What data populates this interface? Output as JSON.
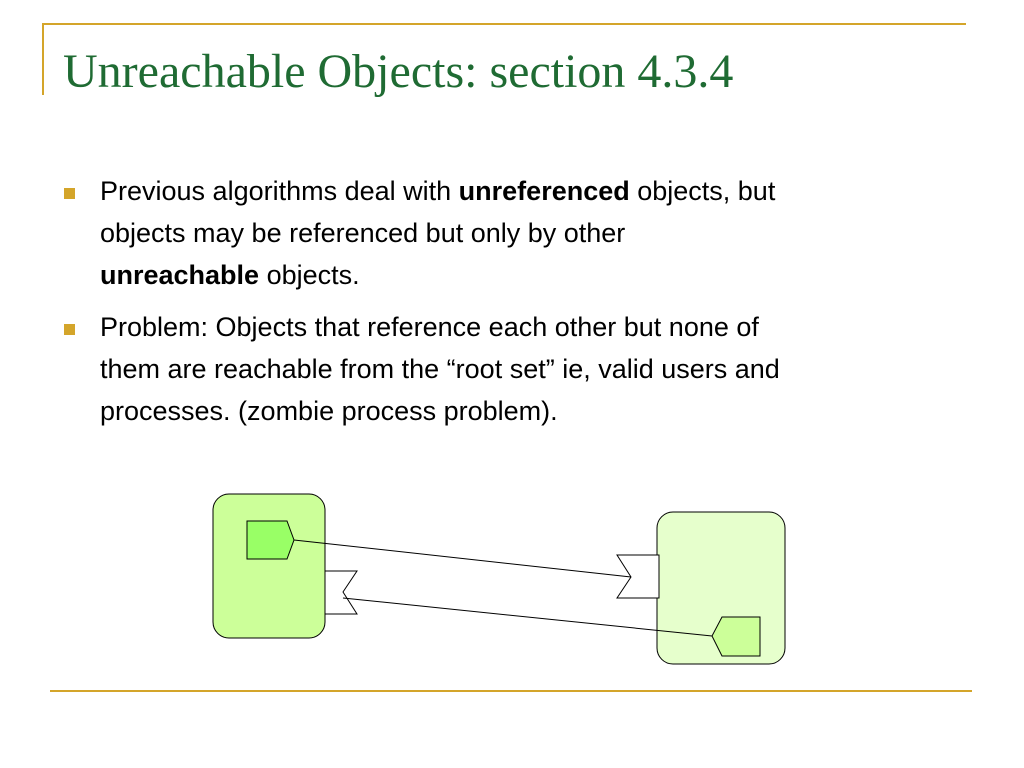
{
  "title": "Unreachable Objects: section 4.3.4",
  "bullets": [
    {
      "part1": "Previous algorithms deal with ",
      "bold1": "unreferenced",
      "part2": " objects, but",
      "line2": "objects may be referenced but only by other",
      "bold2": "unreachable",
      "part3": " objects."
    },
    {
      "line1": "Problem: Objects that reference each other but none of",
      "line2": "them are reachable from the “root set” ie, valid users and",
      "line3": "processes.  (zombie process problem)."
    }
  ],
  "colors": {
    "title": "#1f6b33",
    "accent": "#d4a52a",
    "left_object_fill": "#ccff99",
    "right_object_fill": "#e6ffcc",
    "pointer_fill": "#99ff66"
  }
}
